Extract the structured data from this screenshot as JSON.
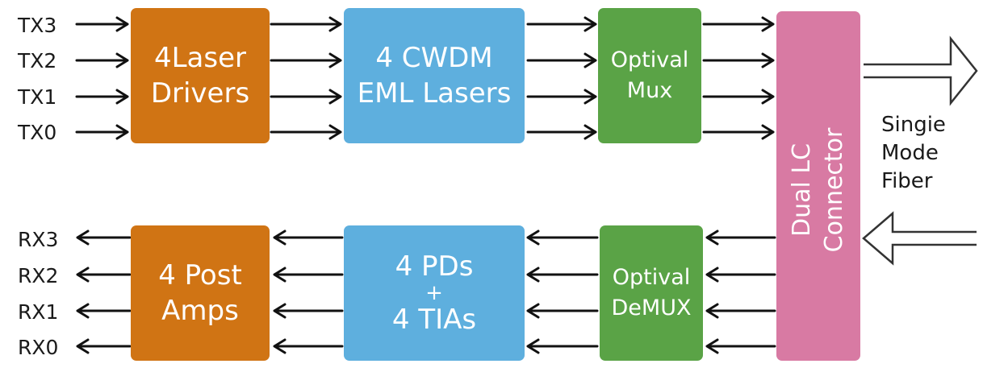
{
  "tx_labels": [
    "TX3",
    "TX2",
    "TX1",
    "TX0"
  ],
  "rx_labels": [
    "RX3",
    "RX2",
    "RX1",
    "RX0"
  ],
  "blocks": {
    "laser_drivers": {
      "line1": "4Laser",
      "line2": "Drivers",
      "color": "#d07414"
    },
    "cwdm_lasers": {
      "line1": "4 CWDM",
      "line2": "EML Lasers",
      "color": "#5eafde"
    },
    "optical_mux": {
      "line1": "Optival",
      "line2": "Mux",
      "color": "#5aa346"
    },
    "connector": {
      "line1": "Dual LC",
      "line2": "Connector",
      "color": "#d87aa3"
    },
    "optical_demux": {
      "line1": "Optival",
      "line2": "DeMUX",
      "color": "#5aa346"
    },
    "pds_tias": {
      "line1": "4 PDs",
      "line2": "+",
      "line3": "4 TIAs",
      "color": "#5eafde"
    },
    "post_amps": {
      "line1": "4 Post",
      "line2": "Amps",
      "color": "#d07414"
    }
  },
  "fiber_label": {
    "line1": "Singie",
    "line2": "Mode",
    "line3": "Fiber"
  }
}
